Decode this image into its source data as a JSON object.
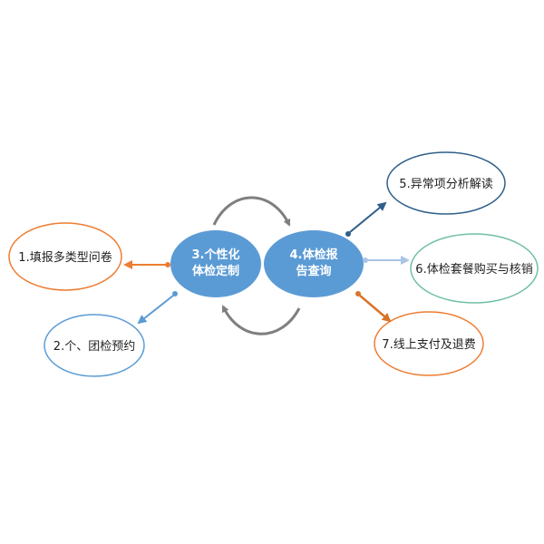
{
  "hubs": [
    {
      "id": "hub-3",
      "lines": [
        "3.个性化",
        "体检定制"
      ],
      "color": "#5b9bd5"
    },
    {
      "id": "hub-4",
      "lines": [
        "4.体检报",
        "告查询"
      ],
      "color": "#5b9bd5"
    }
  ],
  "nodes": [
    {
      "id": "node-1",
      "label": "1.填报多类型问卷",
      "color": "#ed7d31"
    },
    {
      "id": "node-2",
      "label": "2.个、团检预约",
      "color": "#5b9bd5"
    },
    {
      "id": "node-5",
      "label": "5.异常项分析解读",
      "color": "#2e5f8a"
    },
    {
      "id": "node-6",
      "label": "6.体检套餐购买与核销",
      "color": "#70c0a0"
    },
    {
      "id": "node-7",
      "label": "7.线上支付及退费",
      "color": "#ed7d31"
    }
  ],
  "colors": {
    "cycle_arrow": "#7f7f7f",
    "arrow_to_1": "#ed7d31",
    "arrow_to_2": "#5b9bd5",
    "arrow_to_5": "#2e5f8a",
    "arrow_to_6": "#a9c4e4",
    "arrow_to_7": "#d9742b"
  }
}
